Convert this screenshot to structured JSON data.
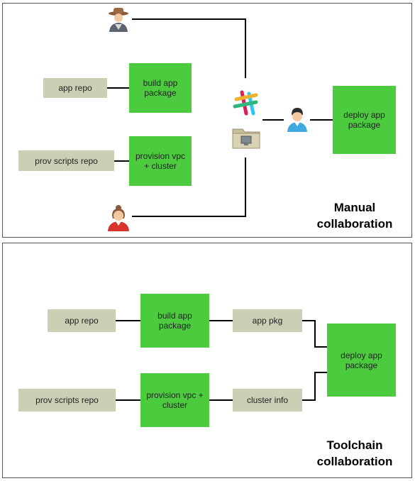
{
  "manual": {
    "title_line1": "Manual",
    "title_line2": "collaboration",
    "app_repo": "app repo",
    "build_app_package": "build app\npackage",
    "prov_scripts_repo": "prov scripts repo",
    "provision_vpc_cluster": "provision vpc\n+ cluster",
    "deploy_app_package": "deploy app\npackage",
    "icons": [
      "cowboy-person-icon",
      "slack-icon",
      "shared-folder-icon",
      "developer-person-icon",
      "woman-person-icon"
    ]
  },
  "toolchain": {
    "title_line1": "Toolchain",
    "title_line2": "collaboration",
    "app_repo": "app repo",
    "build_app_package": "build app\npackage",
    "app_pkg": "app pkg",
    "prov_scripts_repo": "prov scripts repo",
    "provision_vpc_cluster": "provision vpc +\ncluster",
    "cluster_info": "cluster info",
    "deploy_app_package": "deploy app\npackage"
  },
  "colors": {
    "repo_box": "#cdcfb5",
    "action_box": "#4ccb3f",
    "border": "#555555",
    "connector": "#000000"
  }
}
